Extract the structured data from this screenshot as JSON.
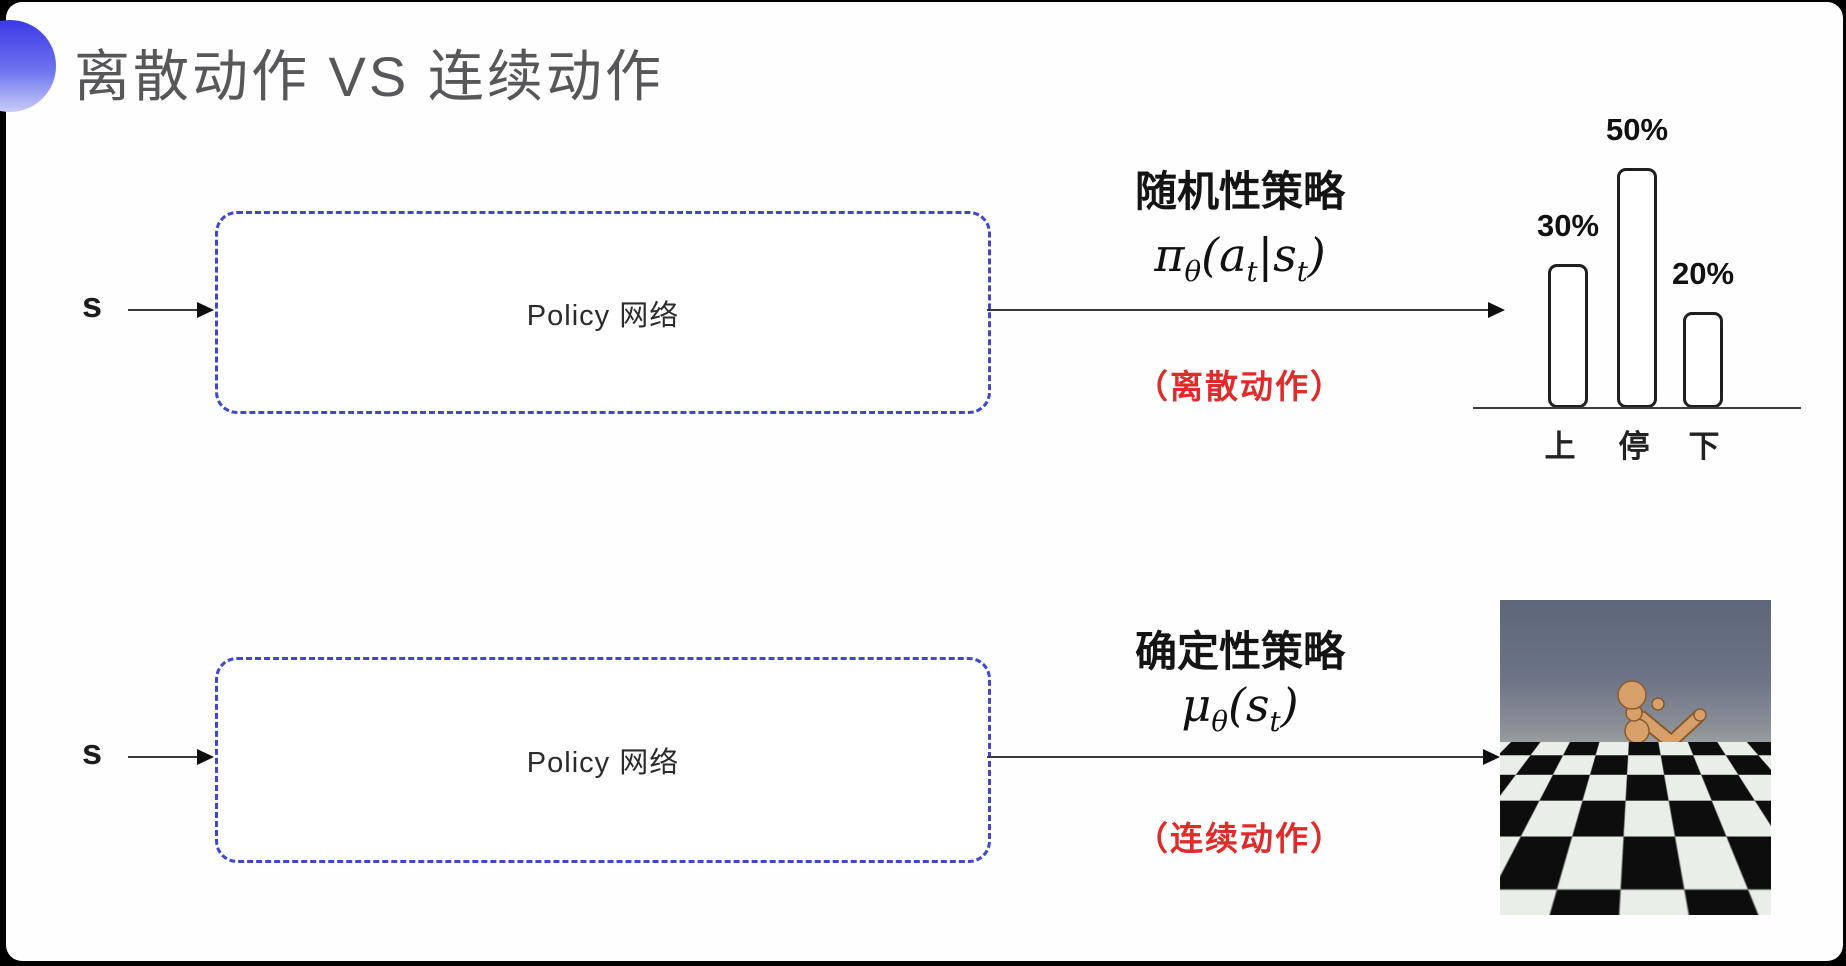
{
  "slide": {
    "title": "离散动作 VS 连续动作"
  },
  "rows": [
    {
      "input_label": "s",
      "box_label": "Policy 网络",
      "policy_name": "随机性策略",
      "formula": [
        {
          "text": "π"
        },
        {
          "sub": "θ"
        },
        {
          "text": "("
        },
        {
          "text": "a"
        },
        {
          "sub": "t"
        },
        {
          "text": "|"
        },
        {
          "text": "s"
        },
        {
          "sub": "t"
        },
        {
          "text": ")"
        }
      ],
      "action_type": "（离散动作）"
    },
    {
      "input_label": "s",
      "box_label": "Policy 网络",
      "policy_name": "确定性策略",
      "formula": [
        {
          "text": "μ"
        },
        {
          "sub": "θ"
        },
        {
          "text": "("
        },
        {
          "text": "s"
        },
        {
          "sub": "t"
        },
        {
          "text": ")"
        }
      ],
      "action_type": "（连续动作）"
    }
  ],
  "chart_data": {
    "type": "bar",
    "categories": [
      "上",
      "停",
      "下"
    ],
    "values": [
      30,
      50,
      20
    ],
    "value_labels": [
      "30%",
      "50%",
      "20%"
    ],
    "title": "",
    "xlabel": "",
    "ylabel": "",
    "ylim": [
      0,
      100
    ],
    "grid": false,
    "legend": false,
    "bar_style": "outlined-rounded"
  },
  "figure": {
    "name": "mujoco-humanoid-on-checkerboard"
  },
  "colors": {
    "accent_blue": "#3f48cc",
    "highlight_red": "#e02b2b",
    "title_gray": "#57575a",
    "bar_outline": "#1f1f1f",
    "robot_tan": "#d7a06b",
    "sky_gray_blue": "#6c7386"
  }
}
